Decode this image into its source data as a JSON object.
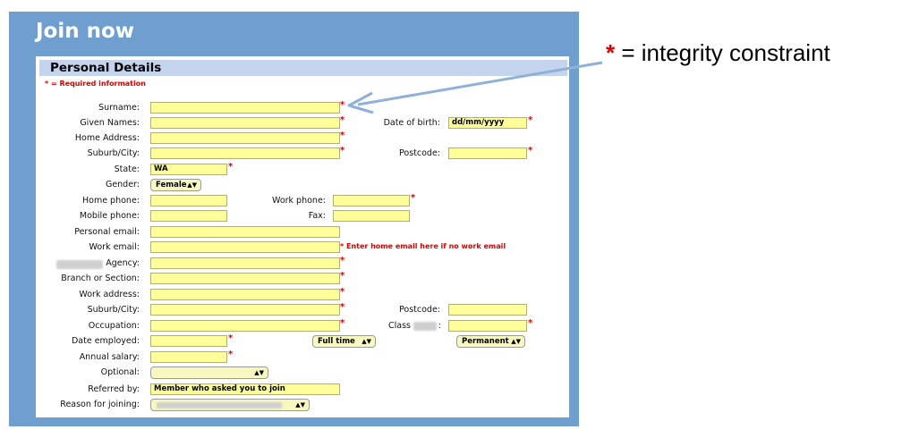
{
  "header": {
    "title": "Join now"
  },
  "section": {
    "title": "Personal Details",
    "required_note": "* = Required information"
  },
  "legend": {
    "star": "*",
    "text": "= integrity constraint"
  },
  "colors": {
    "frame": "#6f9fcf",
    "section_bar": "#c4d4ef",
    "field": "#ffff99",
    "required": "#e00000",
    "arrow": "#8fb0d8"
  },
  "labels": {
    "surname": "Surname:",
    "given_names": "Given Names:",
    "home_address": "Home Address:",
    "suburb_city": "Suburb/City:",
    "state": "State:",
    "gender": "Gender:",
    "home_phone": "Home phone:",
    "mobile_phone": "Mobile phone:",
    "personal_email": "Personal email:",
    "work_email": "Work email:",
    "agency": "Agency:",
    "branch": "Branch or Section:",
    "work_address": "Work address:",
    "work_suburb": "Suburb/City:",
    "occupation": "Occupation:",
    "date_employed": "Date employed:",
    "annual_salary": "Annual salary:",
    "optional": "Optional:",
    "referred_by": "Referred by:",
    "reason": "Reason for joining:",
    "dob": "Date of birth:",
    "postcode": "Postcode:",
    "work_phone": "Work phone:",
    "fax": "Fax:",
    "work_postcode": "Postcode:",
    "class": "Class",
    "class_colon": ":"
  },
  "values": {
    "dob_placeholder": "dd/mm/yyyy",
    "state": "WA",
    "gender": "Female",
    "referred_by": "Member who asked you to join",
    "employment_time": "Full time",
    "employment_type": "Permanent"
  },
  "warning": {
    "work_email": "* Enter home email here if no work email"
  },
  "required_marker": "*"
}
